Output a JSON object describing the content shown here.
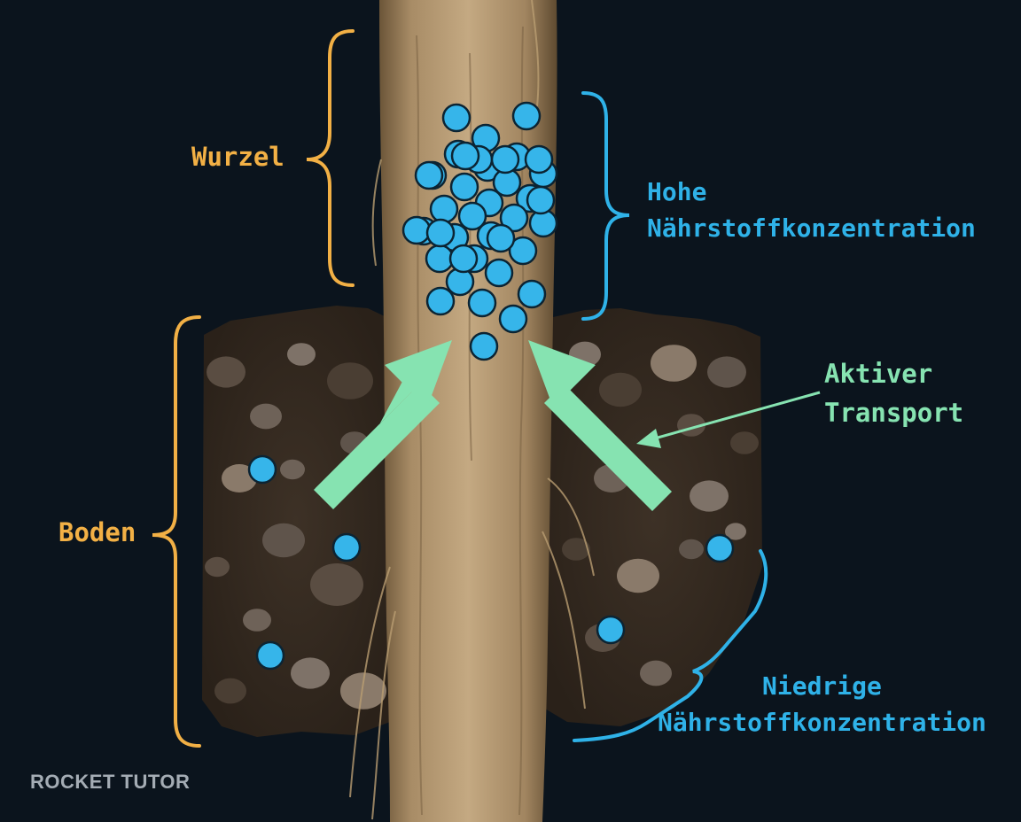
{
  "labels": {
    "wurzel": "Wurzel",
    "boden": "Boden",
    "hohe": [
      "Hohe",
      "Nährstoffkonzentration"
    ],
    "niedrig": [
      "Niedrige",
      "Nährstoffkonzentration"
    ],
    "aktiv": [
      "Aktiver",
      "Transport"
    ]
  },
  "logo": "ROCKET TUTOR",
  "colors": {
    "background": "#0b141d",
    "bracket_orange": "#f2b045",
    "bracket_blue": "#2fb2e8",
    "nutrient_dot": "#36b5ea",
    "arrow_green": "#86e3b1"
  },
  "nutrient_counts": {
    "in_root": 39,
    "in_soil": 5
  }
}
